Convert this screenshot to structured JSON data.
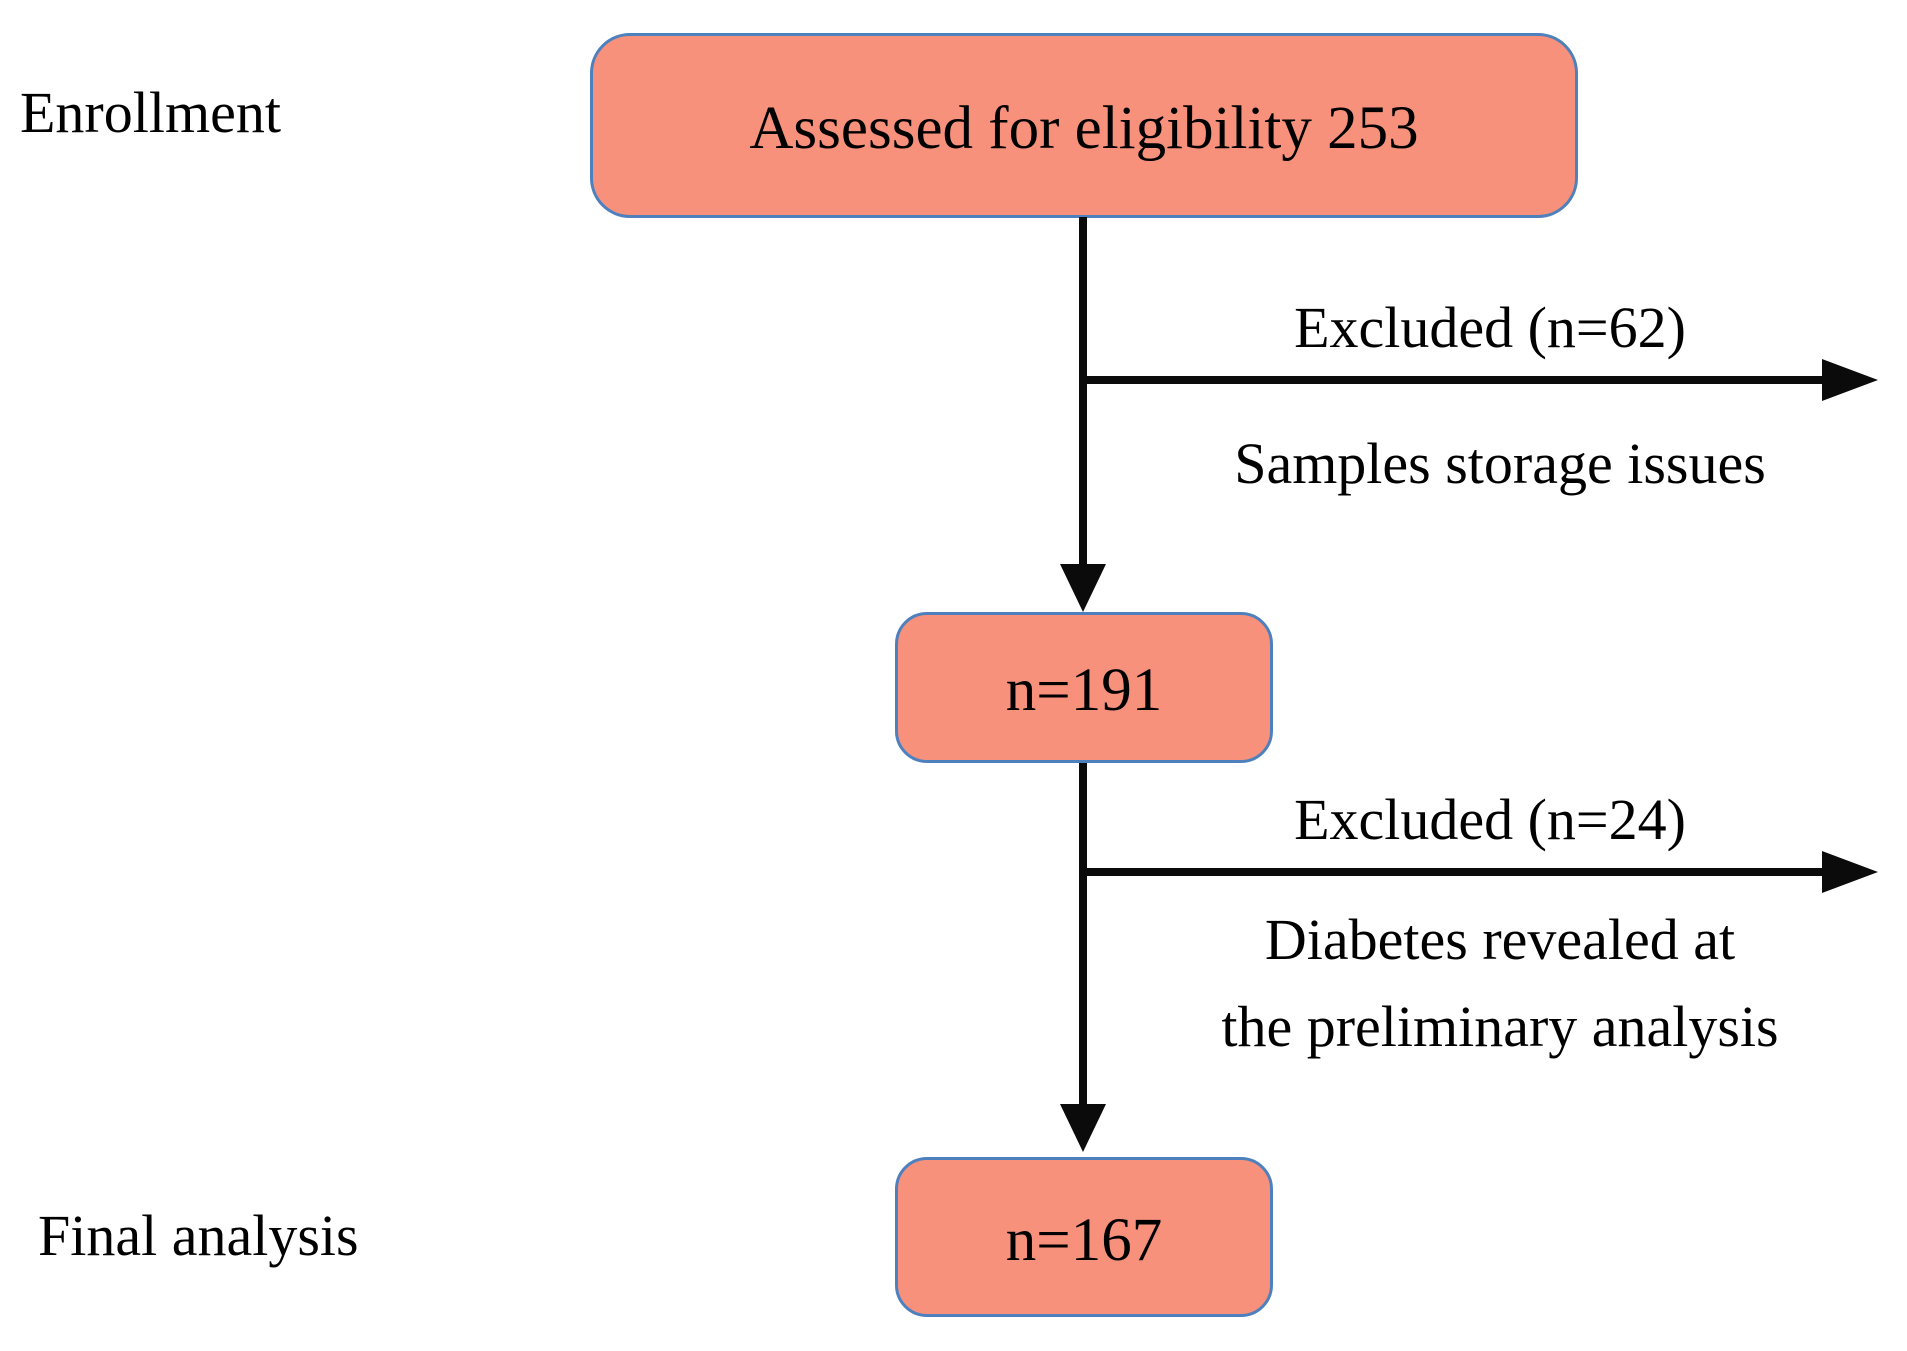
{
  "diagram": {
    "type": "flowchart",
    "stage_labels": {
      "enrollment": "Enrollment",
      "final_analysis": "Final analysis"
    },
    "boxes": {
      "assessed": {
        "label": "Assessed for eligibility 253"
      },
      "after_first_exclusion": {
        "label": "n=191"
      },
      "final": {
        "label": "n=167"
      }
    },
    "exclusions": [
      {
        "header": "Excluded (n=62)",
        "reason_lines": [
          "Samples storage issues",
          ""
        ]
      },
      {
        "header": "Excluded (n=24)",
        "reason_lines": [
          "Diabetes revealed at",
          "the preliminary analysis"
        ]
      }
    ],
    "colors": {
      "box_fill": "#F8917C",
      "box_border": "#4E80BD",
      "arrow": "#0b0b0b",
      "text": "#000000",
      "background": "#ffffff"
    }
  }
}
